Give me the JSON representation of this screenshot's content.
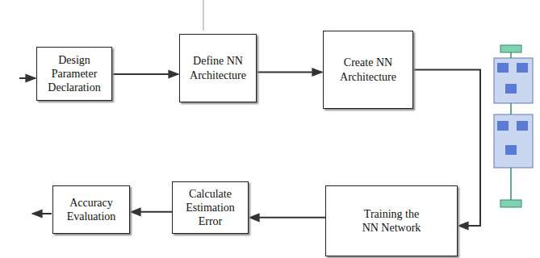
{
  "diagram": {
    "nodes": [
      {
        "text": [
          "Design Parameter Declaration"
        ]
      },
      {
        "text": [
          "Define NN Architecture"
        ]
      },
      {
        "text": [
          "Create NN Architecture"
        ]
      },
      {
        "text": [
          "Accuracy Evaluation"
        ]
      },
      {
        "text": [
          "Calculate Estimation Error"
        ]
      },
      {
        "text": [
          "Training the NN Network"
        ]
      }
    ],
    "edges": [
      {
        "from": 0,
        "to": 1,
        "arrow": "to"
      },
      {
        "from": 1,
        "to": 2,
        "arrow": "to"
      },
      {
        "from": 2,
        "to": 5,
        "arrow": "to"
      },
      {
        "from": 5,
        "to": 4,
        "arrow": "to"
      },
      {
        "from": 4,
        "to": 3,
        "arrow": "to"
      }
    ]
  }
}
